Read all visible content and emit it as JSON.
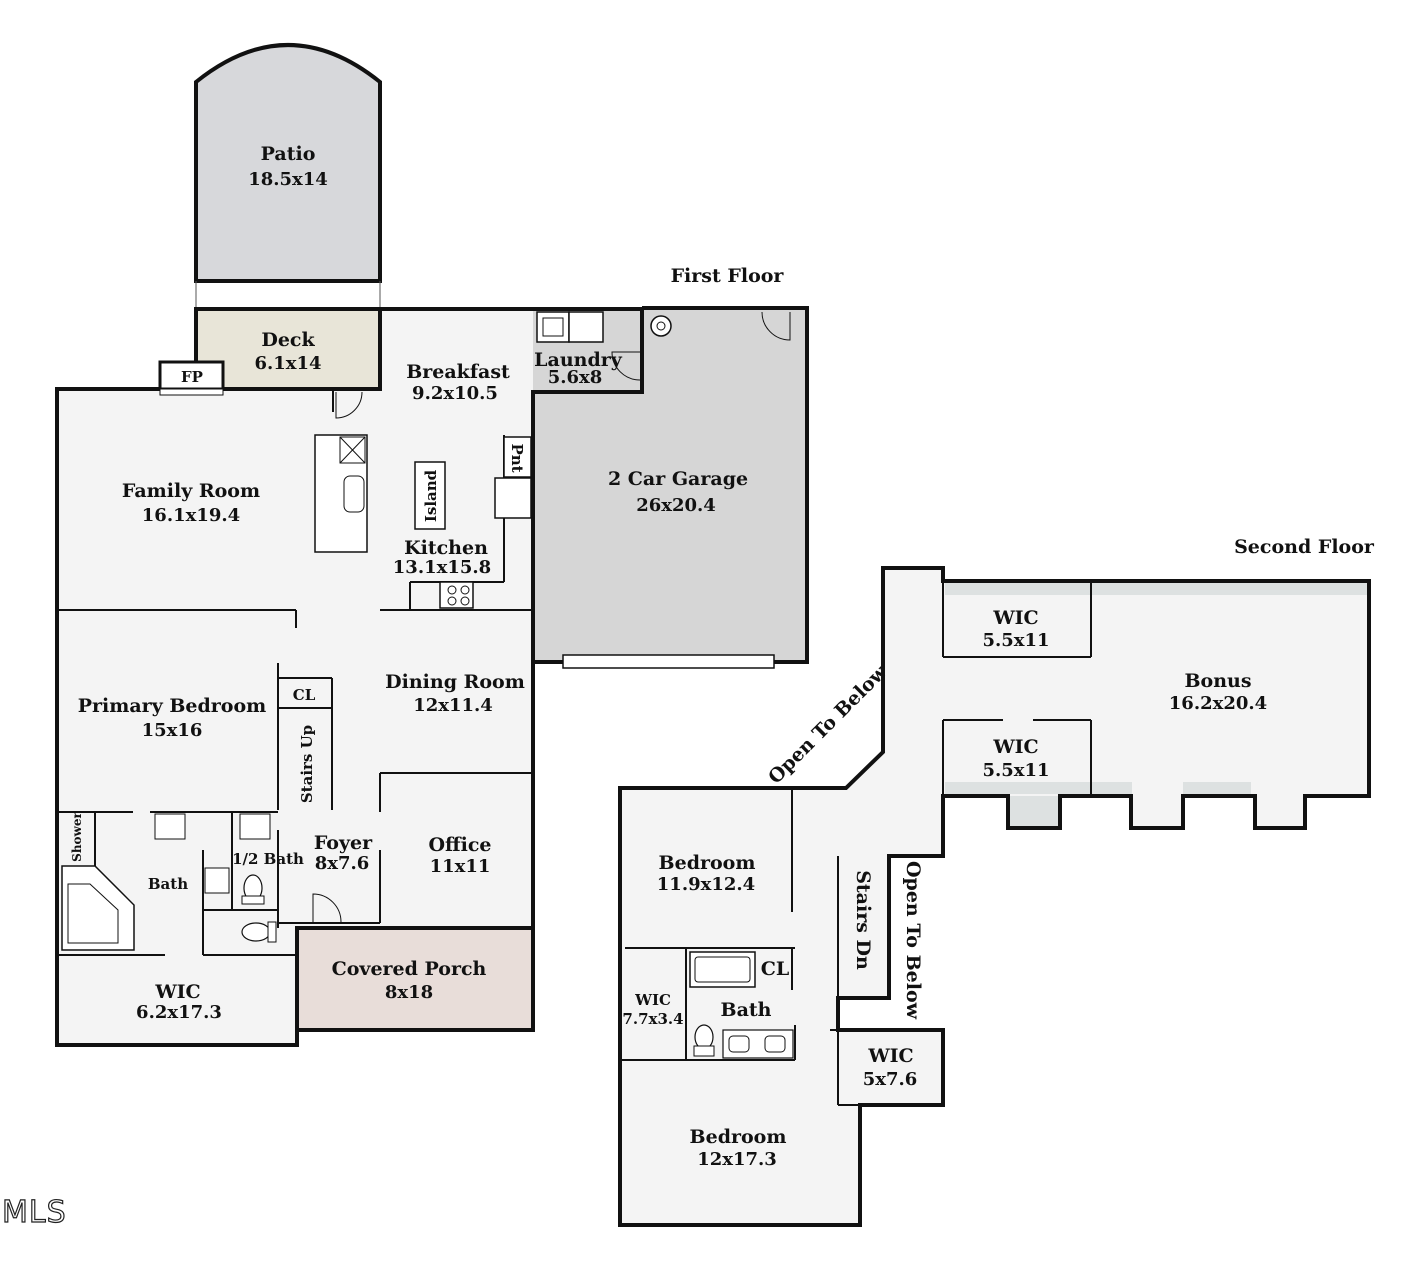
{
  "floors": {
    "first": "First Floor",
    "second": "Second Floor"
  },
  "watermark": "MLS",
  "first_floor_rooms": {
    "patio": {
      "name": "Patio",
      "dims": "18.5x14"
    },
    "deck": {
      "name": "Deck",
      "dims": "6.1x14"
    },
    "fp": {
      "name": "FP"
    },
    "breakfast": {
      "name": "Breakfast",
      "dims": "9.2x10.5"
    },
    "laundry": {
      "name": "Laundry",
      "dims": "5.6x8"
    },
    "garage": {
      "name": "2 Car Garage",
      "dims": "26x20.4"
    },
    "family": {
      "name": "Family Room",
      "dims": "16.1x19.4"
    },
    "island": {
      "name": "Island"
    },
    "pnt": {
      "name": "Pnt"
    },
    "kitchen": {
      "name": "Kitchen",
      "dims": "13.1x15.8"
    },
    "primary": {
      "name": "Primary Bedroom",
      "dims": "15x16"
    },
    "cl": {
      "name": "CL"
    },
    "stairs_up": {
      "name": "Stairs Up"
    },
    "dining": {
      "name": "Dining Room",
      "dims": "12x11.4"
    },
    "shower": {
      "name": "Shower"
    },
    "bath": {
      "name": "Bath"
    },
    "half_bath": {
      "name": "1/2 Bath"
    },
    "foyer": {
      "name": "Foyer",
      "dims": "8x7.6"
    },
    "office": {
      "name": "Office",
      "dims": "11x11"
    },
    "wic": {
      "name": "WIC",
      "dims": "6.2x17.3"
    },
    "porch": {
      "name": "Covered Porch",
      "dims": "8x18"
    }
  },
  "second_floor_rooms": {
    "wic_top": {
      "name": "WIC",
      "dims": "5.5x11"
    },
    "bonus": {
      "name": "Bonus",
      "dims": "16.2x20.4"
    },
    "wic_mid": {
      "name": "WIC",
      "dims": "5.5x11"
    },
    "open_below_1": {
      "name": "Open To Below"
    },
    "bedroom1": {
      "name": "Bedroom",
      "dims": "11.9x12.4"
    },
    "stairs_dn": {
      "name": "Stairs Dn"
    },
    "open_below_2": {
      "name": "Open To Below"
    },
    "cl": {
      "name": "CL"
    },
    "wic_small": {
      "name": "WIC",
      "dims": "7.7x3.4"
    },
    "bath": {
      "name": "Bath"
    },
    "wic_right": {
      "name": "WIC",
      "dims": "5x7.6"
    },
    "bedroom2": {
      "name": "Bedroom",
      "dims": "12x17.3"
    }
  },
  "colors": {
    "patio": "#d7d8db",
    "deck": "#e8e5d8",
    "garage": "#d6d6d6",
    "porch": "#e8ddd9",
    "room": "#f4f4f4",
    "wall": "#111111"
  }
}
